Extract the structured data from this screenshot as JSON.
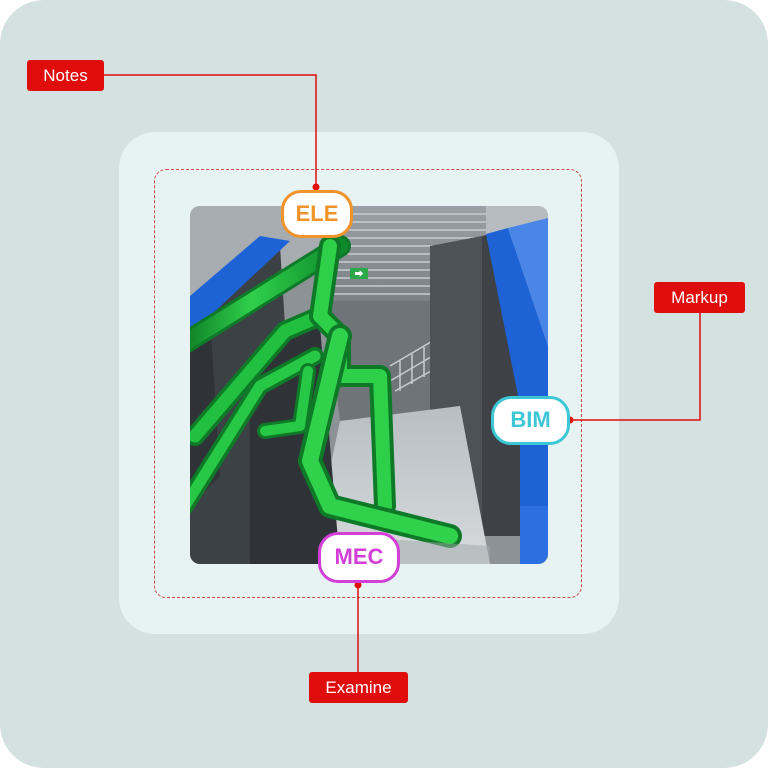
{
  "labels": {
    "notes": "Notes",
    "markup": "Markup",
    "examine": "Examine"
  },
  "tags": {
    "ele": "ELE",
    "bim": "BIM",
    "mec": "MEC"
  },
  "colors": {
    "card_bg": "#d3e1e1",
    "panel_bg": "#e7f2f2",
    "red": "#e00d0d",
    "ele_orange": "#f0932b",
    "bim_cyan": "#3cc6d6",
    "mec_magenta": "#d23fd6",
    "pipe_green": "#1fb83c",
    "duct_blue": "#1e63d6"
  },
  "viewport": {
    "exit_sign": "⮕"
  }
}
